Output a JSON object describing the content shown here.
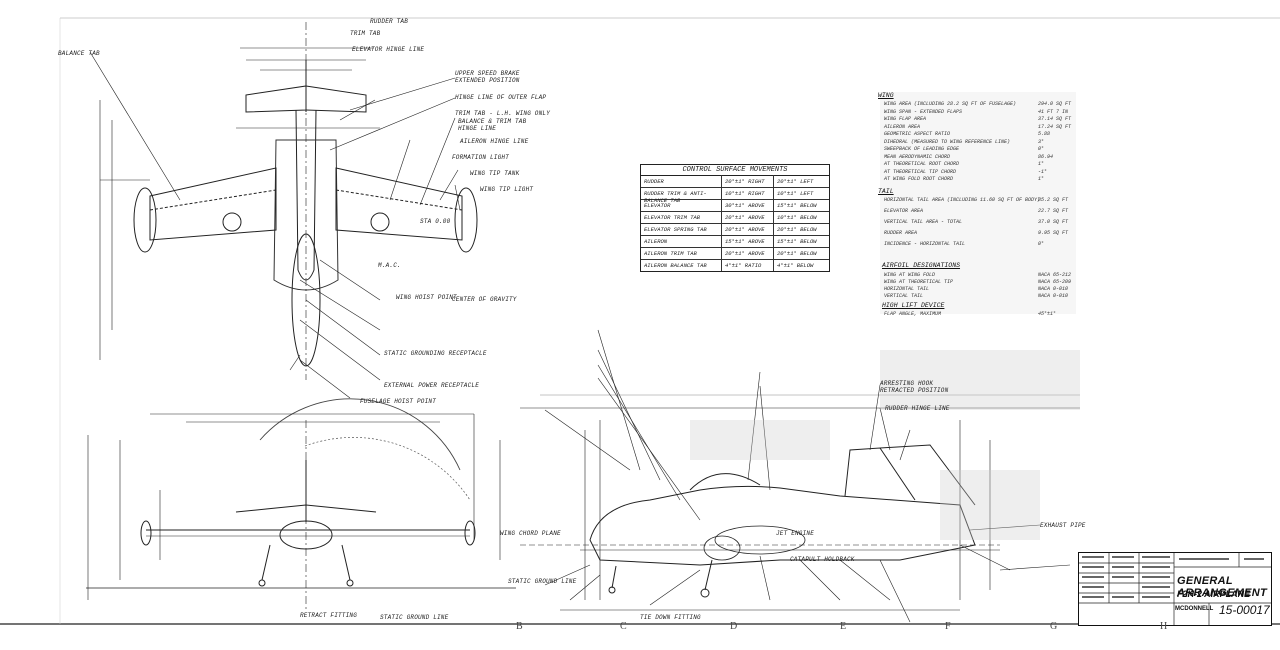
{
  "drawing": {
    "title": "GENERAL ARRANGEMENT",
    "subtitle": "F2H-2 AIRPLANE",
    "company": "MCDONNELL",
    "number": "15-00017"
  },
  "labels": {
    "balance_tab": "BALANCE TAB",
    "rudder_tab": "RUDDER TAB",
    "trim_tab": "TRIM TAB",
    "elevator_hinge_line": "ELEVATOR HINGE LINE",
    "speed_brake": "UPPER SPEED BRAKE EXTENDED POSITION",
    "hinge_line_outer_flap": "HINGE LINE OF OUTER FLAP",
    "trim_tab_lh": "TRIM TAB - L.H. WING ONLY",
    "balance_trim_tab": "BALANCE & TRIM TAB HINGE LINE",
    "aileron_hinge": "AILERON HINGE LINE",
    "formation_light": "FORMATION LIGHT",
    "wing_tip_tank": "WING TIP TANK",
    "wing_tip_light": "WING TIP LIGHT",
    "mac": "M.A.C.",
    "wing_hoist_point": "WING HOIST POINT",
    "center_of_gravity": "CENTER OF GRAVITY",
    "static_ground": "STATIC GROUNDING RECEPTACLE",
    "external_power": "EXTERNAL POWER RECEPTACLE",
    "tail_hoist": "FUSELAGE HOIST POINT",
    "sta_zero": "STA 0.00",
    "arresting_hook": "ARRESTING HOOK RETRACTED POSITION",
    "rudder_hinge": "RUDDER HINGE LINE",
    "jet_engine": "JET ENGINE",
    "catapult_holdback": "CATAPULT HOLDBACK",
    "static_ground_line": "STATIC GROUND LINE",
    "wing_chord_plane": "WING CHORD PLANE",
    "exhaust_pipe": "EXHAUST PIPE",
    "ground_line": "STATIC GROUND LINE",
    "retract_fitting": "RETRACT FITTING",
    "tie_down": "TIE DOWN FITTING"
  },
  "control_table": {
    "title": "CONTROL SURFACE MOVEMENTS",
    "rows": [
      {
        "surface": "RUDDER",
        "a": "20°±1° RIGHT",
        "b": "20°±1° LEFT"
      },
      {
        "surface": "RUDDER TRIM & ANTI-BALANCE TAB",
        "a": "10°±1° RIGHT",
        "b": "10°±1° LEFT"
      },
      {
        "surface": "ELEVATOR",
        "a": "30°±1° ABOVE",
        "b": "15°±1° BELOW"
      },
      {
        "surface": "ELEVATOR TRIM TAB",
        "a": "20°±1° ABOVE",
        "b": "10°±1° BELOW"
      },
      {
        "surface": "ELEVATOR SPRING TAB",
        "a": "20°±1° ABOVE",
        "b": "20°±1° BELOW"
      },
      {
        "surface": "AILERON",
        "a": "15°±1° ABOVE",
        "b": "15°±1° BELOW"
      },
      {
        "surface": "AILERON TRIM TAB",
        "a": "20°±1° ABOVE",
        "b": "20°±1° BELOW"
      },
      {
        "surface": "AILERON BALANCE TAB",
        "a": "4°±1° RATIO",
        "b": "4°±1° BELOW"
      }
    ]
  },
  "data_block": {
    "wing_head": "WING",
    "wing_lines": [
      {
        "k": "WING AREA (INCLUDING 28.2 SQ FT OF FUSELAGE)",
        "v": "294.0 SQ FT"
      },
      {
        "k": "WING SPAN - EXTENDED FLAPS",
        "v": "41 FT 7 IN"
      },
      {
        "k": "WING FLAP AREA",
        "v": "37.14 SQ FT"
      },
      {
        "k": "AILERON AREA",
        "v": "17.24 SQ FT"
      },
      {
        "k": "GEOMETRIC ASPECT RATIO",
        "v": "5.88"
      },
      {
        "k": "DIHEDRAL (MEASURED TO WING REFERENCE LINE)",
        "v": "3°"
      },
      {
        "k": "SWEEPBACK OF LEADING EDGE",
        "v": "0°"
      },
      {
        "k": "MEAN AERODYNAMIC CHORD",
        "v": "86.94"
      },
      {
        "k": "AT THEORETICAL ROOT CHORD",
        "v": "1°"
      },
      {
        "k": "AT THEORETICAL TIP CHORD",
        "v": "-1°"
      },
      {
        "k": "AT WING FOLD ROOT CHORD",
        "v": "1°"
      }
    ],
    "tail_head": "TAIL",
    "tail_lines": [
      {
        "k": "HORIZONTAL TAIL AREA (INCLUDING 11.60 SQ FT OF BODY)",
        "v": "85.2 SQ FT"
      },
      {
        "k": "ELEVATOR AREA",
        "v": "22.7 SQ FT"
      },
      {
        "k": "VERTICAL TAIL AREA - TOTAL",
        "v": "37.0 SQ FT"
      },
      {
        "k": "RUDDER AREA",
        "v": "9.95 SQ FT"
      },
      {
        "k": "INCIDENCE - HORIZONTAL TAIL",
        "v": "0°"
      }
    ],
    "airfoil_head": "AIRFOIL DESIGNATIONS",
    "airfoil_lines": [
      {
        "k": "WING AT WING FOLD",
        "v": "NACA 65-212"
      },
      {
        "k": "WING AT THEORETICAL TIP",
        "v": "NACA 65-209"
      },
      {
        "k": "HORIZONTAL TAIL",
        "v": "NACA 0-010"
      },
      {
        "k": "VERTICAL TAIL",
        "v": "NACA 0-010"
      }
    ],
    "lift_head": "HIGH LIFT DEVICE",
    "lift_lines": [
      {
        "k": "FLAP ANGLE, MAXIMUM",
        "v": "45°±1°"
      }
    ]
  },
  "zones": [
    "B",
    "C",
    "D",
    "E",
    "F",
    "G",
    "H"
  ]
}
